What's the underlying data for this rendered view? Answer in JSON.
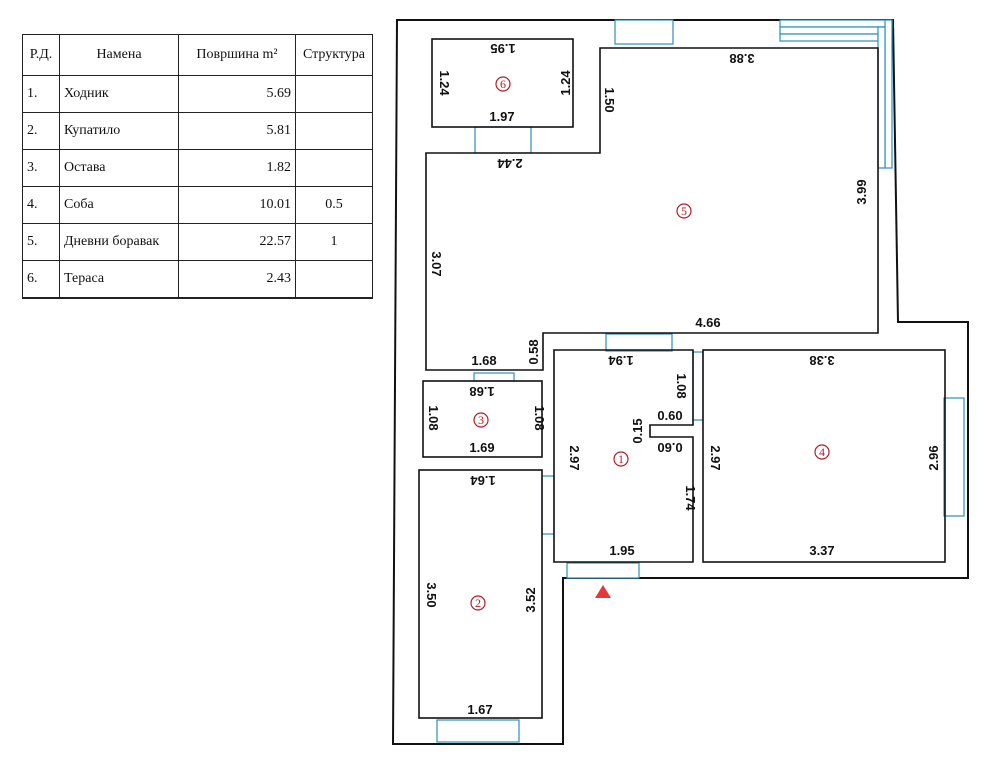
{
  "table": {
    "headers": {
      "no": "Р.Д.",
      "name": "Намена",
      "area": "Површина m²",
      "structure": "Структура"
    },
    "rows": [
      {
        "no": "1.",
        "name": "Ходник",
        "area": "5.69",
        "structure": ""
      },
      {
        "no": "2.",
        "name": "Купатило",
        "area": "5.81",
        "structure": ""
      },
      {
        "no": "3.",
        "name": "Остава",
        "area": "1.82",
        "structure": ""
      },
      {
        "no": "4.",
        "name": "Соба",
        "area": "10.01",
        "structure": "0.5"
      },
      {
        "no": "5.",
        "name": "Дневни боравак",
        "area": "22.57",
        "structure": "1"
      },
      {
        "no": "6.",
        "name": "Тераса",
        "area": "2.43",
        "structure": ""
      }
    ]
  },
  "rooms": {
    "r1": {
      "number": "1"
    },
    "r2": {
      "number": "2"
    },
    "r3": {
      "number": "3"
    },
    "r4": {
      "number": "4"
    },
    "r5": {
      "number": "5"
    },
    "r6": {
      "number": "6"
    }
  },
  "dims": {
    "terrace_top": "1.95",
    "terrace_left": "1.24",
    "terrace_right": "1.24",
    "terrace_bottom": "1.97",
    "living_top": "3.88",
    "living_step": "1.50",
    "living_left_top": "2.44",
    "living_right": "3.99",
    "living_left": "3.07",
    "living_bottom": "4.66",
    "living_notch_bottom": "1.68",
    "living_notch_side": "0.58",
    "storage_top": "1.68",
    "storage_left": "1.08",
    "storage_right": "1.08",
    "storage_bottom": "1.69",
    "hall_top": "1.94",
    "hall_inner_right": "1.08",
    "hall_niche_w": "0.60",
    "hall_niche_d": "0.15",
    "hall_niche_w2": "0.60",
    "hall_left": "2.97",
    "hall_right_low": "1.74",
    "hall_bottom": "1.95",
    "bed_top": "3.38",
    "bed_left": "2.97",
    "bed_right": "2.96",
    "bed_bottom": "3.37",
    "bath_top": "1.64",
    "bath_left": "3.50",
    "bath_right": "3.52",
    "bath_bottom": "1.67"
  },
  "colors": {
    "walls": "#111111",
    "windows": "#2a8fbd",
    "room_numbers": "#b01f2a",
    "entrance": "#e53935"
  },
  "icons": {
    "entrance": "entrance-arrow-icon"
  }
}
